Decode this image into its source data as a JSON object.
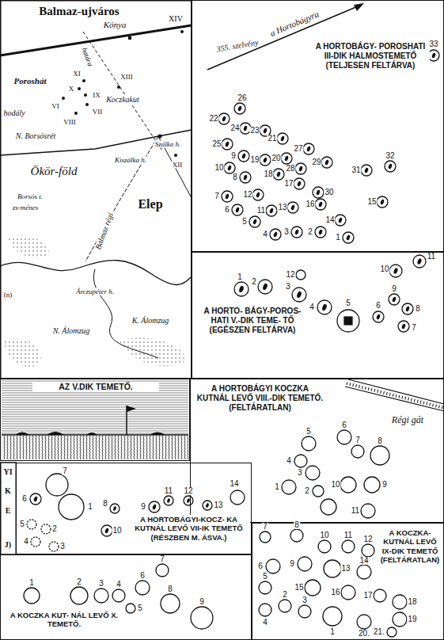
{
  "diagram": {
    "nodes": [
      {
        "text": [
          "A HORTOBÁGY- POROSHATI III-DIK HALMOSTEMETŐ (TELJESEN FELTÁRVA)"
        ]
      },
      {
        "text": [
          "A HORTO- BÁGY-POROS- HATI V.-DIK TEME- TŐ (EGÉSZEN FELTÁRVA)"
        ]
      },
      {
        "text": [
          "AZ V.DIK TEMETŐ."
        ]
      },
      {
        "text": [
          "A HORTOBÁGYI KOCZKA KUTNÁL LEVŐ VIII.-DIK TEMETŐ. (FELTÁRATLAN)"
        ]
      },
      {
        "text": [
          "A HORTOBÁGYI-KOCZ- KA KUTNÁL LEVŐ VII-IK TEMETŐ (RÉSZBEN M. ÁSVA.)"
        ]
      },
      {
        "text": [
          "A KOCZKA KUT- NÁL LEVŐ X. TEMETŐ."
        ]
      },
      {
        "text": [
          "A KOCZKA- KUTNÁL LEVŐ IX-DIK TEMETŐ (FELTÁRATLAN)"
        ]
      }
    ],
    "labels": [
      "Balmaz-ujváros",
      "Kónya",
      "XIV",
      "Poroshát",
      "XI",
      "XIII",
      "X",
      "IX",
      "VI",
      "VII",
      "VIII",
      "Koczkakut",
      "hodály",
      "N. Borsósrét",
      "Szálka h.",
      "XII",
      "Ökör-föld",
      "Kiszálka h.",
      "Elep",
      "Borsós t.",
      "zs-ménes",
      "Balmaz régi",
      "határa",
      "Árczupéter h.",
      "K. Álomzug",
      "N. Álomzug",
      "(n)",
      "a Hortobágyra",
      "355. szelvény",
      "1",
      "2",
      "3",
      "4",
      "5",
      "6",
      "7",
      "8",
      "9",
      "10",
      "11",
      "12",
      "13",
      "14",
      "15",
      "16",
      "17",
      "18",
      "19",
      "20",
      "21",
      "22",
      "23",
      "24",
      "25",
      "26",
      "27",
      "28",
      "29",
      "30",
      "31",
      "32",
      "33",
      "1",
      "2",
      "3",
      "4",
      "5",
      "6",
      "7",
      "8",
      "9",
      "10",
      "11",
      "12",
      "Régi gát",
      "1",
      "2",
      "3",
      "4",
      "5",
      "6",
      "7",
      "8",
      "9",
      "10",
      "11",
      "1",
      "2",
      "3",
      "4",
      "5",
      "6",
      "7",
      "8",
      "9",
      "10",
      "11",
      "12",
      "13",
      "14",
      "1",
      "2",
      "3",
      "4",
      "5",
      "6",
      "7",
      "8",
      "9",
      "1",
      "2",
      "3",
      "4",
      "5",
      "6",
      "7",
      "8",
      "9",
      "10",
      "11",
      "12",
      "13",
      "14",
      "15",
      "16",
      "17",
      "18",
      "19",
      "20.",
      "21.",
      "YI",
      "K",
      "E",
      "J)"
    ]
  }
}
